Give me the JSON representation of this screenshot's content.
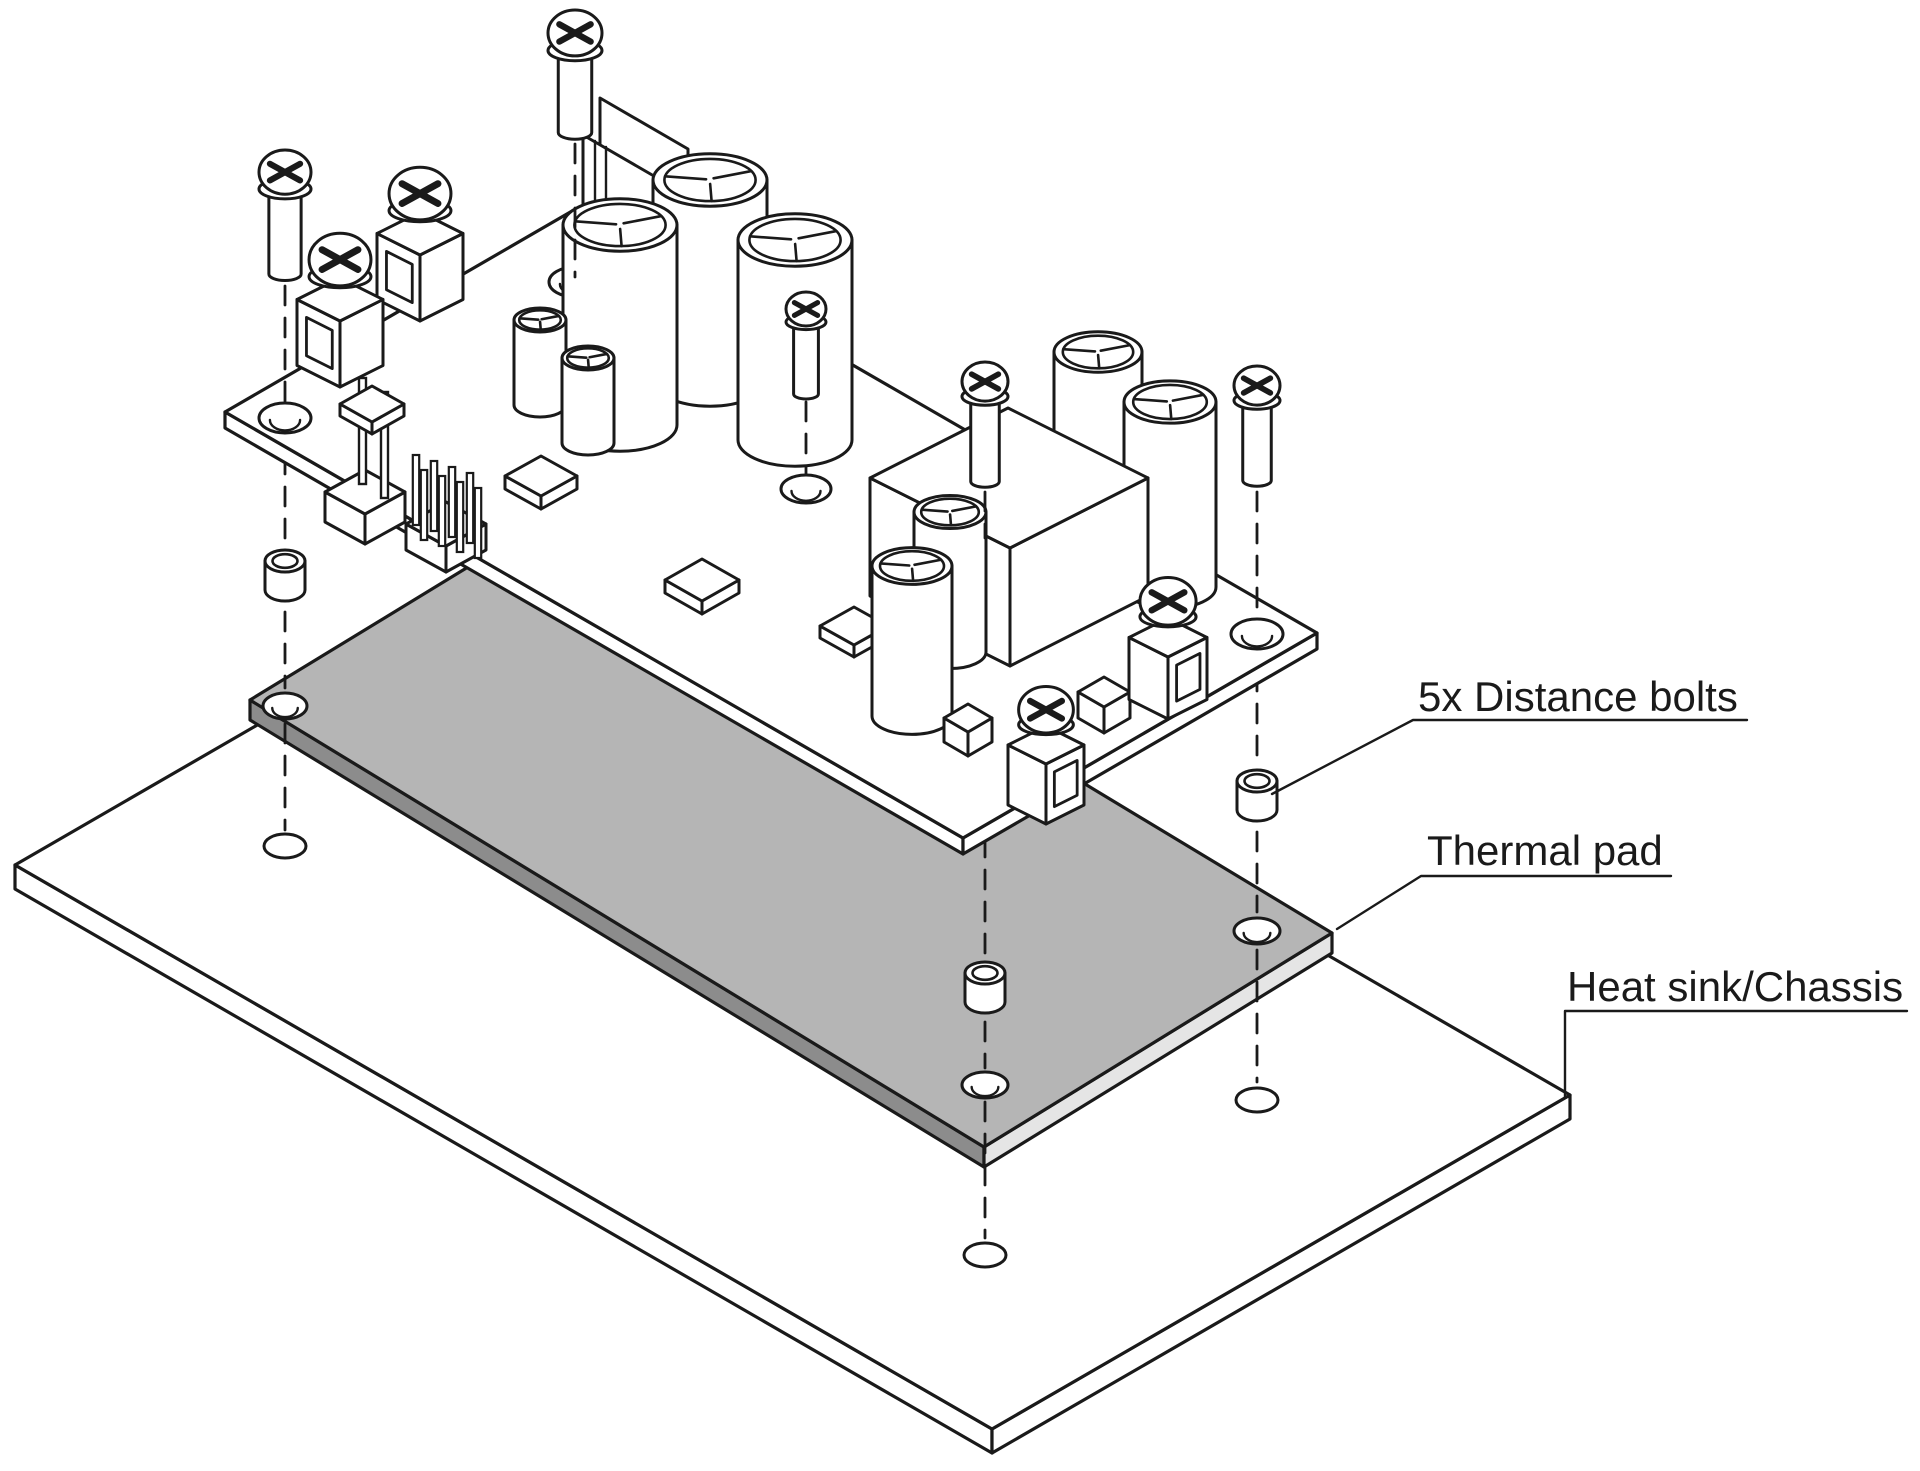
{
  "figure": {
    "type": "exploded-assembly-diagram",
    "background": "#ffffff",
    "line_color": "#1a1a1a",
    "thermal_pad_fill": {
      "top": "#b5b5b5",
      "front_left": "#8c8c8c",
      "front_right": "#e5e5e5"
    },
    "plate_fill": "#ffffff",
    "callouts": [
      {
        "id": "distance-bolts",
        "label": "5x Distance bolts",
        "quantity": 5
      },
      {
        "id": "thermal-pad",
        "label": "Thermal pad"
      },
      {
        "id": "heat-sink",
        "label": "Heat sink/Chassis"
      }
    ]
  }
}
